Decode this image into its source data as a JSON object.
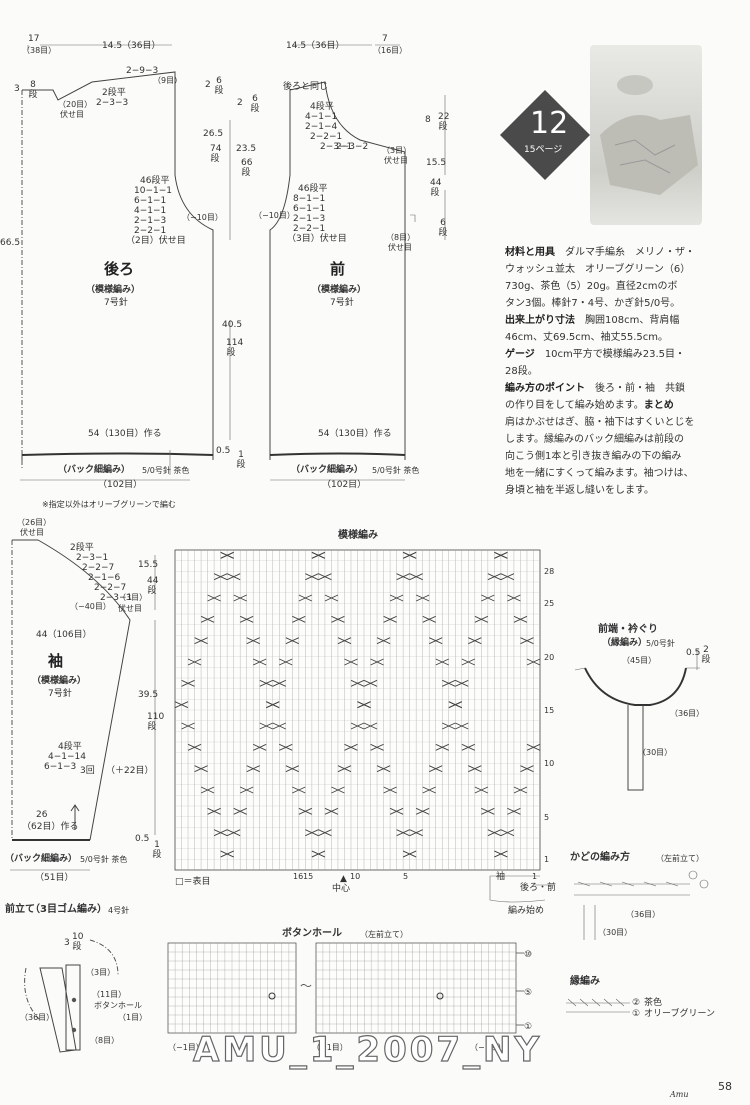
{
  "pattern": {
    "number": "12",
    "ref": "15ページ"
  },
  "materials": {
    "l1_key": "材料と用具",
    "l1": "ダルマ手編糸　メリノ・ザ・",
    "l2": "ウォッシュ並太　オリーブグリーン（6）",
    "l3": "730g、茶色（5）20g。直径2cmのボ",
    "l4": "タン3個。棒針7・4号、かぎ針5/0号。",
    "l5_key": "出来上がり寸法",
    "l5": "胸囲108cm、背肩幅",
    "l6": "46cm、丈69.5cm、袖丈55.5cm。",
    "l7_key": "ゲージ",
    "l7": "10cm平方で模様編み23.5目・",
    "l8": "28段。",
    "l9_key": "編み方のポイント",
    "l9": "後ろ・前・袖　共鎖",
    "l10": "の作り目をして編み始めます。",
    "l10_key": "まとめ",
    "l11": "肩はかぶせはぎ、脇・袖下はすくいとじを",
    "l12": "します。縁編みのバック細編みは前段の",
    "l13": "向こう側1本と引き抜き編みの下の編み",
    "l14": "地を一緒にすくって編みます。袖つけは、",
    "l15": "身頃と袖を半返し縫いをします。"
  },
  "back": {
    "title": "後ろ",
    "sub": "（模様編み）",
    "needle": "7号針",
    "top_left": "17",
    "top_left_st": "（38目）",
    "top_shoulder": "14.5（36目）",
    "shoulder1": "2−9−3",
    "shoulder1b": "（9目）",
    "shoulder2": "2段平",
    "shoulder3": "2−3−3",
    "neck_20": "（20目）",
    "neck_bind": "伏せ目",
    "arm0": "46段平",
    "arm1": "10−1−1",
    "arm2": "6−1−1",
    "arm3": "4−1−1",
    "arm4": "2−1−3",
    "arm5": "2−2−1",
    "arm6": "（2目）伏せ目",
    "minus10": "（−10目）",
    "cast": "54（130目）作る",
    "band": "（バック細編み）",
    "band_needle": "5/0号針 茶色",
    "bottom": "（102目）",
    "note": "※指定以外はオリーブグリーンで編む",
    "h_total": "66.5",
    "h_3": "3",
    "h_3rows": "8\n段",
    "h_2": "2",
    "h_2rows": "6\n段",
    "h_265": "26.5",
    "h_265rows": "74\n段",
    "h_05": "0.5",
    "h_05rows": "1\n段"
  },
  "front": {
    "title": "前",
    "sub": "（模様編み）",
    "needle": "7号針",
    "top_shoulder": "14.5（36目）",
    "top_right": "7",
    "top_right_st": "（16目）",
    "same": "後ろと同じ",
    "neck0": "4段平",
    "neck1": "4−1−1",
    "neck2": "2−1−4",
    "neck3": "2−2−1",
    "neck4": "2−3−1",
    "neck5": "2−3−2",
    "neck_3": "（3目）",
    "neck_bind": "伏せ目",
    "arm0": "46段平",
    "arm1": "8−1−1",
    "arm2": "6−1−1",
    "arm3": "2−1−3",
    "arm4": "2−2−1",
    "arm5": "（3目）伏せ目",
    "minus10": "（−10目）",
    "side_8": "（8目）",
    "side_bind": "伏せ目",
    "cast": "54（130目）作る",
    "band": "（バック細編み）",
    "band_needle": "5/0号針 茶色",
    "bottom": "（102目）",
    "h_2": "2",
    "h_2rows": "6\n段",
    "h_235": "23.5",
    "h_235rows": "66\n段",
    "h_405": "40.5",
    "h_405rows": "114\n段",
    "h_8": "8",
    "h_8rows": "22\n段",
    "h_155": "15.5",
    "h_155rows": "44\n段",
    "h_6rows": "6\n段"
  },
  "sleeve": {
    "title": "袖",
    "sub": "（模様編み）",
    "needle": "7号針",
    "top": "（26目）",
    "top_bind": "伏せ目",
    "cap0": "2段平",
    "cap1": "2−3−1",
    "cap2": "2−2−7",
    "cap3": "2−1−6",
    "cap4": "2−2−7",
    "cap5": "2−3−1",
    "cap6": "（3目）",
    "cap7": "伏せ目",
    "minus40": "（−40目）",
    "width": "44（106目）",
    "inc0": "4段平",
    "inc1": "4−1−14",
    "inc2": "6−1−3",
    "inc_3": "3回",
    "plus22": "（＋22目）",
    "cast": "26",
    "cast2": "（62目）作る",
    "band": "（バック細編み）",
    "band_needle": "5/0号針 茶色",
    "bottom": "（51目）",
    "h_155": "15.5",
    "h_155rows": "44\n段",
    "h_395": "39.5",
    "h_395rows": "110\n段",
    "h_05": "0.5",
    "h_05rows": "1\n段"
  },
  "chart": {
    "title": "模様編み",
    "legend": "□＝表目",
    "center": "中心",
    "bottom_nums": [
      "16",
      "15",
      "10",
      "5",
      "1"
    ],
    "side_nums": [
      "28",
      "25",
      "20",
      "15",
      "10",
      "5",
      "1"
    ]
  },
  "corner": {
    "title": "前端・衿ぐり",
    "sub": "（縁編み）",
    "needle": "5/0号針",
    "st45": "（45目）",
    "st36": "（36目）",
    "st30": "（30目）",
    "h_05": "0.5",
    "h_2rows": "2\n段"
  },
  "kado": {
    "title": "かどの編み方",
    "sub": "（左前立て）",
    "st36": "（36目）",
    "st30": "（30目）"
  },
  "sleeve_back": {
    "sleeve": "袖",
    "back": "後ろ・前",
    "start": "編み始め"
  },
  "placket": {
    "title": "前立て",
    "sub": "（3目ゴム編み）",
    "needle": "4号針",
    "h_3": "3",
    "h_3rows": "10\n段",
    "st3": "（3目）",
    "st11": "（11目）",
    "hole": "ボタンホール",
    "hole1": "（1目）",
    "st36": "（36目）",
    "st8": "（8目）"
  },
  "buttonhole": {
    "title": "ボタンホール",
    "sub": "（左前立て）",
    "r10": "⑩",
    "r5": "⑤",
    "r1": "①",
    "m1": "（−1目）",
    "m1b": "（−1目）",
    "m1c": "（−1目）"
  },
  "edging": {
    "title": "縁編み",
    "c2": "②",
    "c2t": "茶色",
    "c1": "①",
    "c1t": "オリーブグリーン"
  },
  "footer": {
    "brand": "Amu",
    "page": "58",
    "watermark": "AMU_1_2007_NY"
  }
}
